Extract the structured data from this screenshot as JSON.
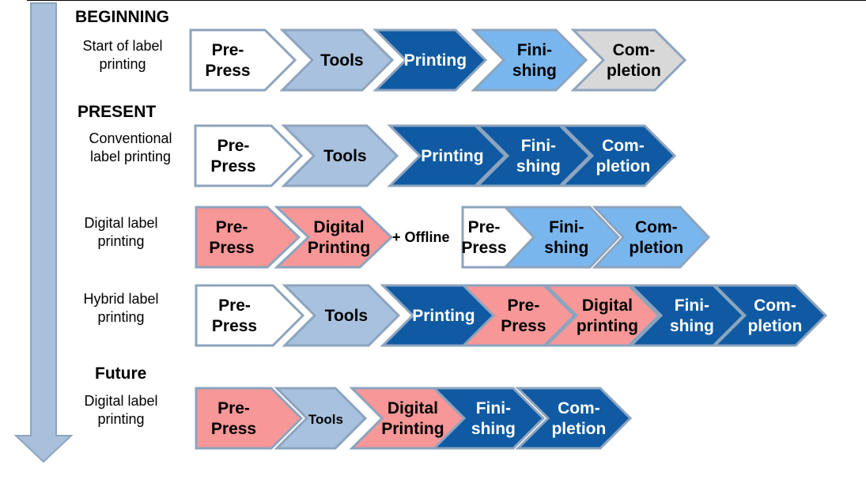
{
  "colors": {
    "white": "#ffffff",
    "light_blue": "#a7c1de",
    "dark_blue": "#0f5aa3",
    "sky_blue": "#79b6ee",
    "gray": "#d8d8d8",
    "pink": "#f79797",
    "border": "#8da4be",
    "timeline_arrow": "#a8c0dc"
  },
  "headings": {
    "beginning": "BEGINNING",
    "present": "PRESENT",
    "future": "Future"
  },
  "row_labels": {
    "start": "Start of label\nprinting",
    "conventional": "Conventional\nlabel printing",
    "digital": "Digital label\nprinting",
    "hybrid": "Hybrid label\nprinting",
    "future_digital": "Digital label\nprinting"
  },
  "offline_text": "+ Offline",
  "rows": [
    {
      "id": "start",
      "steps": [
        {
          "text": "Pre-\nPress",
          "fill": "white"
        },
        {
          "text": "Tools",
          "fill": "light_blue"
        },
        {
          "text": "Printing",
          "fill": "dark_blue"
        },
        {
          "text": "Fini-\nshing",
          "fill": "sky_blue"
        },
        {
          "text": "Com-\npletion",
          "fill": "gray"
        }
      ]
    },
    {
      "id": "conventional",
      "steps": [
        {
          "text": "Pre-\nPress",
          "fill": "white"
        },
        {
          "text": "Tools",
          "fill": "light_blue"
        },
        {
          "text": "Printing",
          "fill": "dark_blue"
        },
        {
          "text": "Fini-\nshing",
          "fill": "dark_blue"
        },
        {
          "text": "Com-\npletion",
          "fill": "dark_blue"
        }
      ]
    },
    {
      "id": "digital_a",
      "steps": [
        {
          "text": "Pre-\nPress",
          "fill": "pink"
        },
        {
          "text": "Digital\nPrinting",
          "fill": "pink"
        }
      ]
    },
    {
      "id": "digital_b",
      "steps": [
        {
          "text": "Pre-\nPress",
          "fill": "white"
        },
        {
          "text": "Fini-\nshing",
          "fill": "sky_blue"
        },
        {
          "text": "Com-\npletion",
          "fill": "sky_blue"
        }
      ]
    },
    {
      "id": "hybrid",
      "steps": [
        {
          "text": "Pre-\nPress",
          "fill": "white"
        },
        {
          "text": "Tools",
          "fill": "light_blue"
        },
        {
          "text": "Printing",
          "fill": "dark_blue"
        },
        {
          "text": "Pre-\nPress",
          "fill": "pink"
        },
        {
          "text": "Digital\nprinting",
          "fill": "pink"
        },
        {
          "text": "Fini-\nshing",
          "fill": "dark_blue"
        },
        {
          "text": "Com-\npletion",
          "fill": "dark_blue"
        }
      ]
    },
    {
      "id": "future",
      "steps": [
        {
          "text": "Pre-\nPress",
          "fill": "pink"
        },
        {
          "text": "Tools",
          "fill": "light_blue"
        },
        {
          "text": "Digital\nPrinting",
          "fill": "pink"
        },
        {
          "text": "Fini-\nshing",
          "fill": "dark_blue"
        },
        {
          "text": "Com-\npletion",
          "fill": "dark_blue"
        }
      ]
    }
  ]
}
